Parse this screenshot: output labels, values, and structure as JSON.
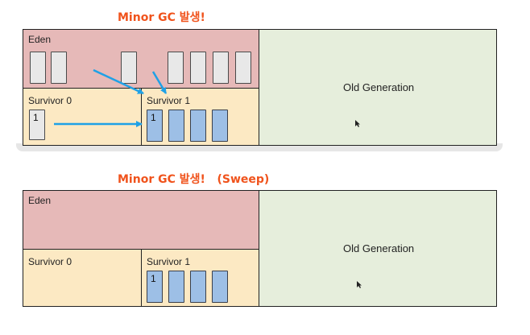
{
  "panel_top": {
    "heading": "Minor GC 발생!",
    "eden_label": "Eden",
    "survivor0_label": "Survivor 0",
    "survivor1_label": "Survivor 1",
    "old_label": "Old Generation",
    "survivor0_object_age": "1",
    "survivor1_object_age": "1"
  },
  "panel_bottom": {
    "heading": "Minor GC 발생!   (Sweep)",
    "eden_label": "Eden",
    "survivor0_label": "Survivor 0",
    "survivor1_label": "Survivor 1",
    "old_label": "Old Generation",
    "survivor1_object_age": "1"
  },
  "colors": {
    "heading": "#f0531c",
    "eden": "#e6b9b8",
    "survivor": "#fce9c3",
    "old_generation": "#e6eedc",
    "new_object": "#9dbfe6",
    "arrow": "#1fa1e6"
  }
}
